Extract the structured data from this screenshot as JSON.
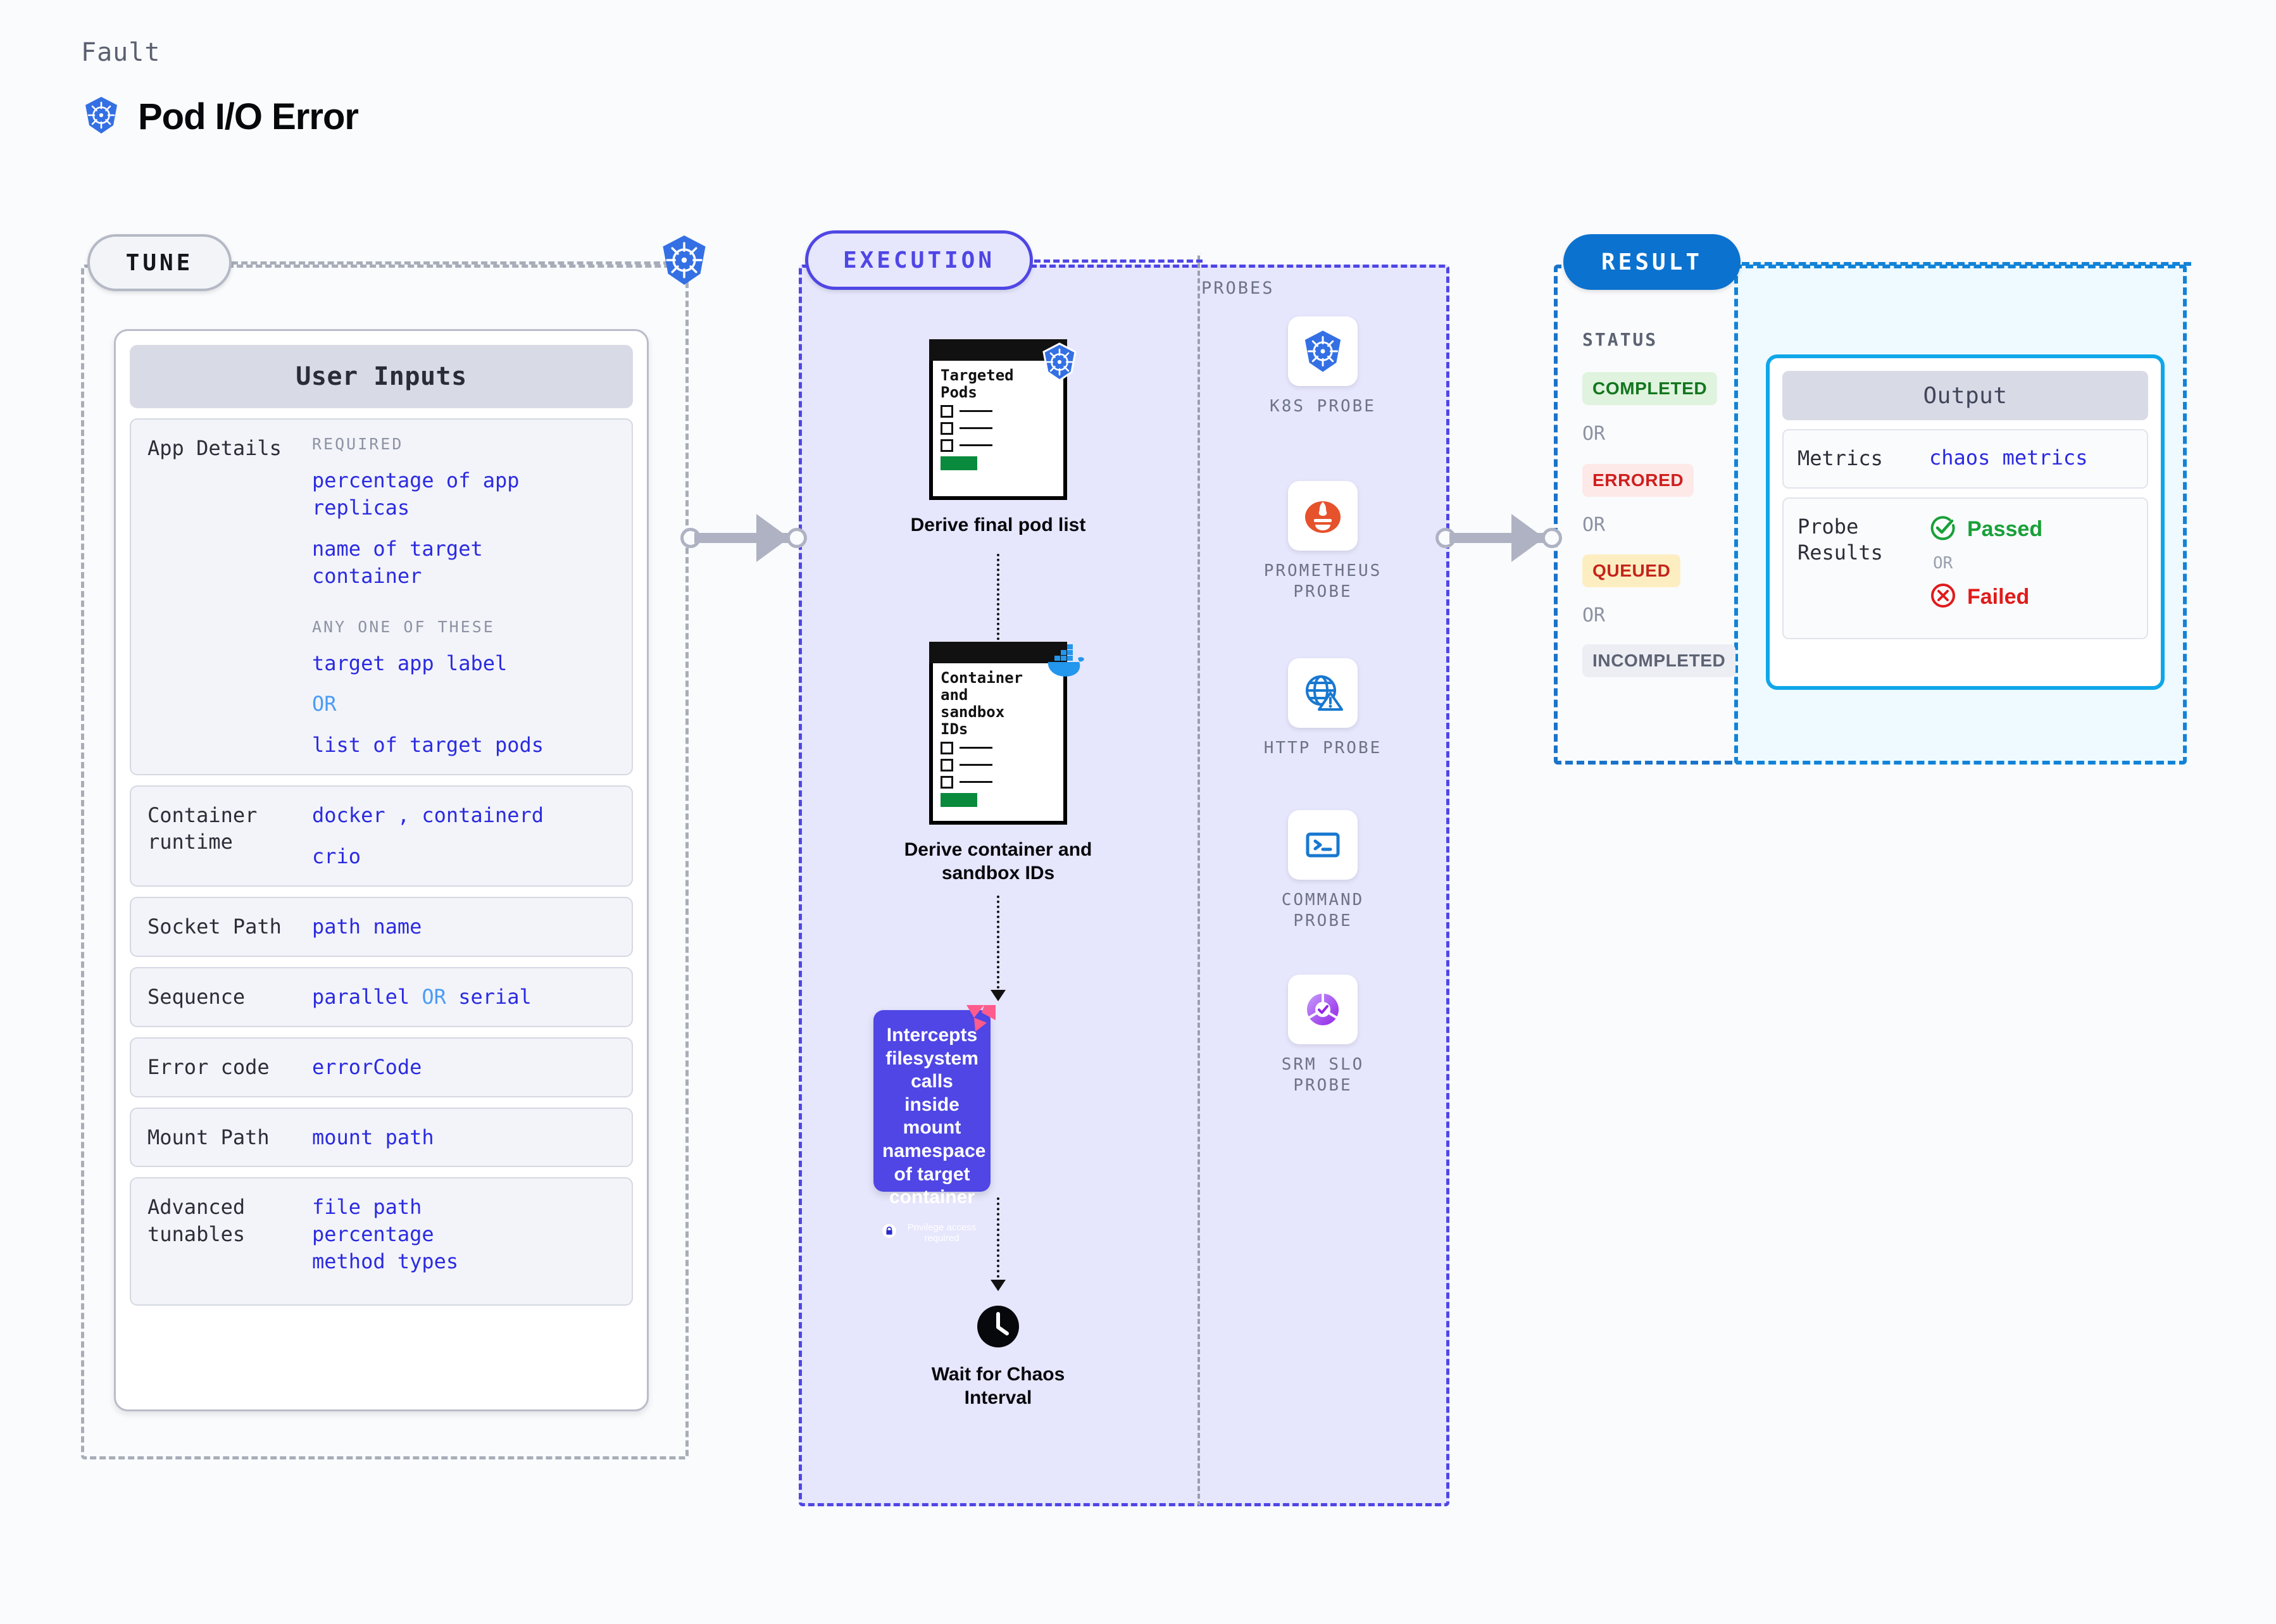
{
  "header": {
    "kicker": "Fault",
    "title": "Pod I/O Error",
    "icon": "kubernetes-icon"
  },
  "sections": {
    "tune": {
      "pill_label": "TUNE",
      "edge_icon": "kubernetes-icon"
    },
    "execution": {
      "pill_label": "EXECUTION"
    },
    "probes": {
      "label": "PROBES"
    },
    "result": {
      "pill_label": "RESULT"
    }
  },
  "user_inputs": {
    "title": "User Inputs",
    "rows": [
      {
        "key": "App Details",
        "groups": [
          {
            "label": "REQUIRED",
            "values": [
              "percentage of app replicas",
              "name of target container"
            ]
          },
          {
            "label": "ANY ONE OF THESE",
            "values": [
              "target app label",
              "OR",
              "list of target pods"
            ]
          }
        ]
      },
      {
        "key": "Container runtime",
        "values": [
          "docker , containerd",
          "crio"
        ]
      },
      {
        "key": "Socket Path",
        "values": [
          "path name"
        ]
      },
      {
        "key": "Sequence",
        "values": [
          "parallel OR serial"
        ]
      },
      {
        "key": "Error code",
        "values": [
          "errorCode"
        ]
      },
      {
        "key": "Mount Path",
        "values": [
          "mount path"
        ]
      },
      {
        "key": "Advanced tunables",
        "values": [
          "file path",
          "percentage",
          "method types"
        ]
      }
    ]
  },
  "execution": {
    "steps": [
      {
        "doc_title": "Targeted Pods",
        "caption": "Derive final pod list",
        "badge_icon": "kubernetes-icon"
      },
      {
        "doc_title": "Container and sandbox IDs",
        "caption": "Derive container and sandbox IDs",
        "badge_icon": "docker-icon"
      }
    ],
    "intercept": {
      "text": "Intercepts filesystem calls inside mount namespace of target container",
      "note": "Privilege access required",
      "note_icon": "lock-icon",
      "corner_icon": "litmus-icon",
      "color": "#4f46e5"
    },
    "wait": {
      "caption": "Wait for Chaos Interval",
      "icon": "clock-icon"
    }
  },
  "probes": [
    {
      "name": "K8S PROBE",
      "icon": "kubernetes-icon"
    },
    {
      "name": "PROMETHEUS PROBE",
      "icon": "prometheus-icon"
    },
    {
      "name": "HTTP PROBE",
      "icon": "globe-warning-icon"
    },
    {
      "name": "COMMAND PROBE",
      "icon": "terminal-icon"
    },
    {
      "name": "SRM SLO PROBE",
      "icon": "srm-slo-icon"
    }
  ],
  "result": {
    "status_label": "STATUS",
    "statuses": [
      {
        "label": "COMPLETED",
        "bg": "#dff3de",
        "fg": "#14761f"
      },
      {
        "label": "ERRORED",
        "bg": "#fde9e7",
        "fg": "#cf1f1f"
      },
      {
        "label": "QUEUED",
        "bg": "#fdeec2",
        "fg": "#c4251c"
      },
      {
        "label": "INCOMPLETED",
        "bg": "#eceef4",
        "fg": "#5d6373"
      }
    ],
    "separator": "OR"
  },
  "output": {
    "title": "Output",
    "rows": [
      {
        "key": "Metrics",
        "value": "chaos metrics"
      }
    ],
    "probe_results": {
      "key": "Probe Results",
      "passed": "Passed",
      "failed": "Failed",
      "separator": "OR",
      "passed_color": "#18a038",
      "failed_color": "#e01b1b",
      "passed_icon": "check-circle-icon",
      "failed_icon": "x-circle-icon"
    }
  }
}
